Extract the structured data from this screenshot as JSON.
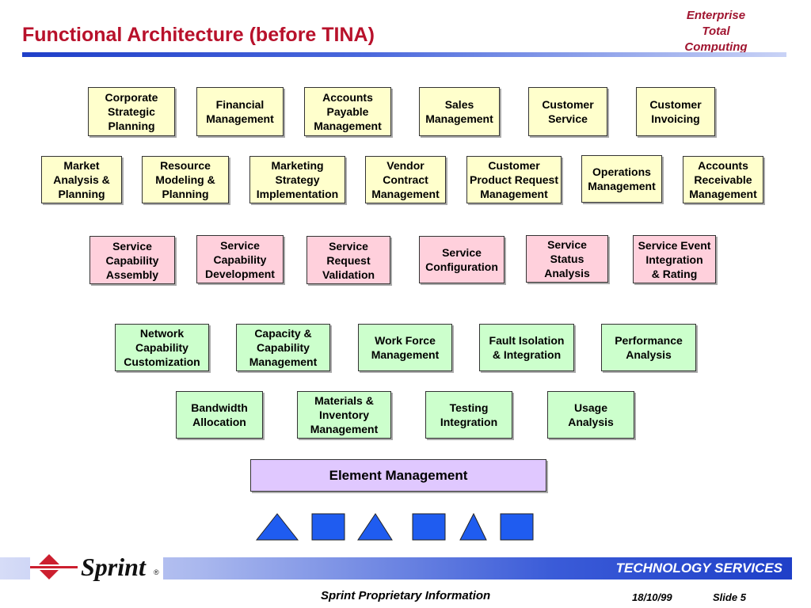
{
  "header": {
    "title": "Functional Architecture (before TINA)",
    "brand_line1": "Enterprise",
    "brand_line2": "Total",
    "brand_line3": "Computing"
  },
  "rows": {
    "row1": [
      "Corporate\nStrategic\nPlanning",
      "Financial\nManagement",
      "Accounts\nPayable\nManagement",
      "Sales\nManagement",
      "Customer\nService",
      "Customer\nInvoicing"
    ],
    "row2": [
      "Market\nAnalysis &\nPlanning",
      "Resource\nModeling &\nPlanning",
      "Marketing\nStrategy\nImplementation",
      "Vendor\nContract\nManagement",
      "Customer\nProduct Request\nManagement",
      "Operations\nManagement",
      "Accounts\nReceivable\nManagement"
    ],
    "row3": [
      "Service\nCapability\nAssembly",
      "Service\nCapability\nDevelopment",
      "Service\nRequest\nValidation",
      "Service\nConfiguration",
      "Service\nStatus\nAnalysis",
      "Service Event\nIntegration\n& Rating"
    ],
    "row4": [
      "Network\nCapability\nCustomization",
      "Capacity &\nCapability\nManagement",
      "Work Force\nManagement",
      "Fault Isolation\n& Integration",
      "Performance\nAnalysis"
    ],
    "row5": [
      "Bandwidth\nAllocation",
      "Materials &\nInventory\nManagement",
      "Testing\nIntegration",
      "Usage\nAnalysis"
    ]
  },
  "element_management": "Element Management",
  "network_elements": [
    "triangle",
    "square",
    "triangle",
    "square",
    "triangle",
    "square"
  ],
  "colors": {
    "title": "#b8112b",
    "business": "#ffffcc",
    "service": "#ffd0dc",
    "network": "#ccffcc",
    "element": "#e0c8ff",
    "ne_shape": "#1f5cf0",
    "sprint_red": "#cc1f2f"
  },
  "footer": {
    "logo_text": "Sprint",
    "logo_mark": "®",
    "band_text": "TECHNOLOGY SERVICES",
    "proprietary": "Sprint Proprietary Information",
    "date": "18/10/99",
    "slide_label": "Slide",
    "slide_number": "5"
  }
}
